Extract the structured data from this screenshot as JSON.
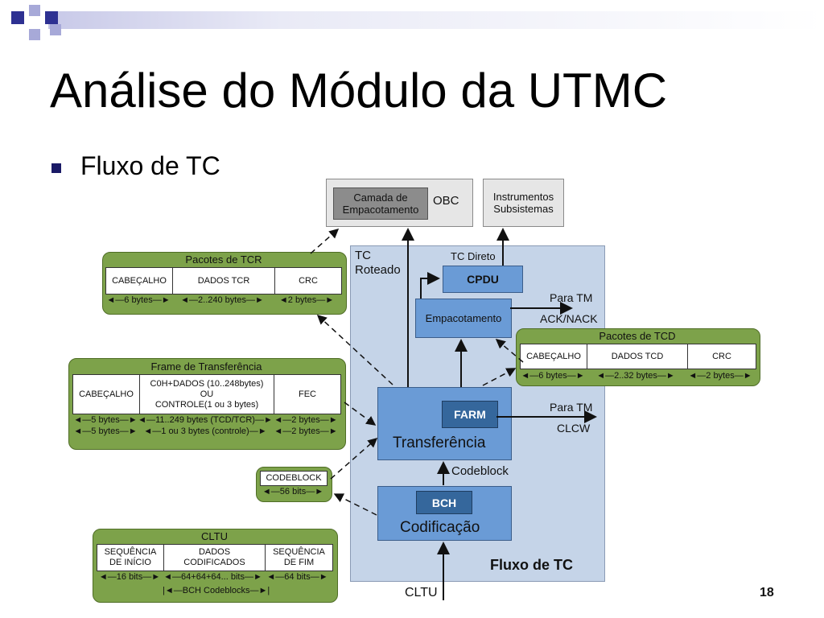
{
  "slide": {
    "title": "Análise do Módulo da UTMC",
    "bullet": "Fluxo de TC",
    "page_number": "18"
  },
  "diagram": {
    "obc": {
      "inner": "Camada de Empacotamento",
      "label": "OBC"
    },
    "instrumentos": "Instrumentos Subsistemas",
    "tc_roteado": "TC Roteado",
    "tc_direto": "TC Direto",
    "cpdu": "CPDU",
    "para_tm_1": "Para TM",
    "ack_nack": "ACK/NACK",
    "empacotamento": "Empacotamento",
    "farm": "FARM",
    "para_tm_2": "Para TM",
    "clcw": "CLCW",
    "transferencia": "Transferência",
    "codeblock_label": "Codeblock",
    "bch": "BCH",
    "codificacao": "Codificação",
    "fluxo_label": "Fluxo de TC",
    "cltu_input": "CLTU"
  },
  "pacotes_tcr": {
    "title": "Pacotes de TCR",
    "cells": [
      "CABEÇALHO",
      "DADOS TCR",
      "CRC"
    ],
    "sizes": [
      "6 bytes",
      "2..240 bytes",
      "2 bytes"
    ]
  },
  "pacotes_tcd": {
    "title": "Pacotes de TCD",
    "cells": [
      "CABEÇALHO",
      "DADOS TCD",
      "CRC"
    ],
    "sizes": [
      "6 bytes",
      "2..32 bytes",
      "2 bytes"
    ]
  },
  "frame": {
    "title": "Frame de Transferência",
    "cells": [
      "CABEÇALHO",
      "C0H+DADOS (10..248bytes)",
      "OU",
      "CONTROLE(1 ou 3 bytes)",
      "FEC"
    ],
    "sizes_row1": [
      "5 bytes",
      "11..249 bytes (TCD/TCR)",
      "2 bytes"
    ],
    "sizes_row2": [
      "5 bytes",
      "1 ou 3 bytes (controle)",
      "2 bytes"
    ]
  },
  "codeblock": {
    "title": "CODEBLOCK",
    "size": "56 bits"
  },
  "cltu": {
    "title": "CLTU",
    "cells": [
      "SEQUÊNCIA",
      "DE INÍCIO",
      "DADOS",
      "CODIFICADOS",
      "SEQUÊNCIA",
      "DE FIM"
    ],
    "sizes": [
      "16 bits",
      "64+64+64... bits",
      "64 bits"
    ],
    "bch_codeblocks": "BCH Codeblocks"
  }
}
